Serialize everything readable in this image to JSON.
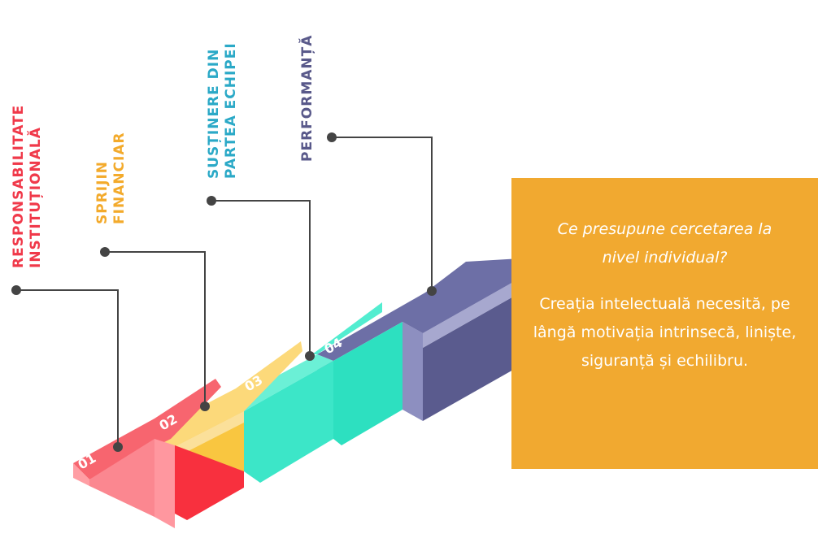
{
  "steps": [
    {
      "number": "01",
      "label_lines": [
        "RESPONSABILITATE",
        "INSTITUȚIONALĂ"
      ],
      "color": "#f0394a"
    },
    {
      "number": "02",
      "label_lines": [
        "SPRIJIN",
        "FINANCIAR"
      ],
      "color": "#f3aa2b"
    },
    {
      "number": "03",
      "label_lines": [
        "SUSȚINERE DIN",
        "PARTEA ECHIPEI"
      ],
      "color": "#2ba9c7"
    },
    {
      "number": "04",
      "label_lines": [
        "PERFORMANȚĂ"
      ],
      "color": "#59598a"
    }
  ],
  "info_box": {
    "question": "Ce presupune cercetarea la nivel individual?",
    "answer": "Creația intelectuală necesită, pe lângă motivația intrinsecă, liniște, siguranță și echilibru.",
    "background": "#f1a930"
  },
  "colors": {
    "connector": "#444444"
  }
}
